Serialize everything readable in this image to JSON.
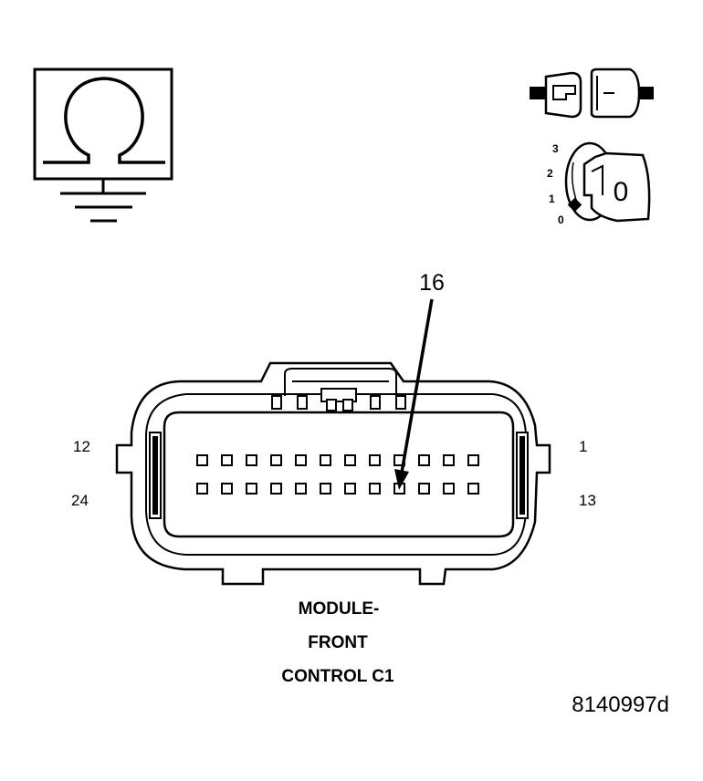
{
  "ohmmeter": {
    "symbol": "Ω"
  },
  "ignition": {
    "key_position": "0",
    "positions": [
      "3",
      "2",
      "1",
      "0"
    ]
  },
  "connector": {
    "callout_pin": "16",
    "corner_pins": {
      "top_left": "12",
      "top_right": "1",
      "bottom_left": "24",
      "bottom_right": "13"
    },
    "title_lines": [
      "MODULE-",
      "FRONT",
      "CONTROL C1"
    ],
    "rows": 2,
    "pins_per_row": 12
  },
  "figure_id": "8140997d"
}
